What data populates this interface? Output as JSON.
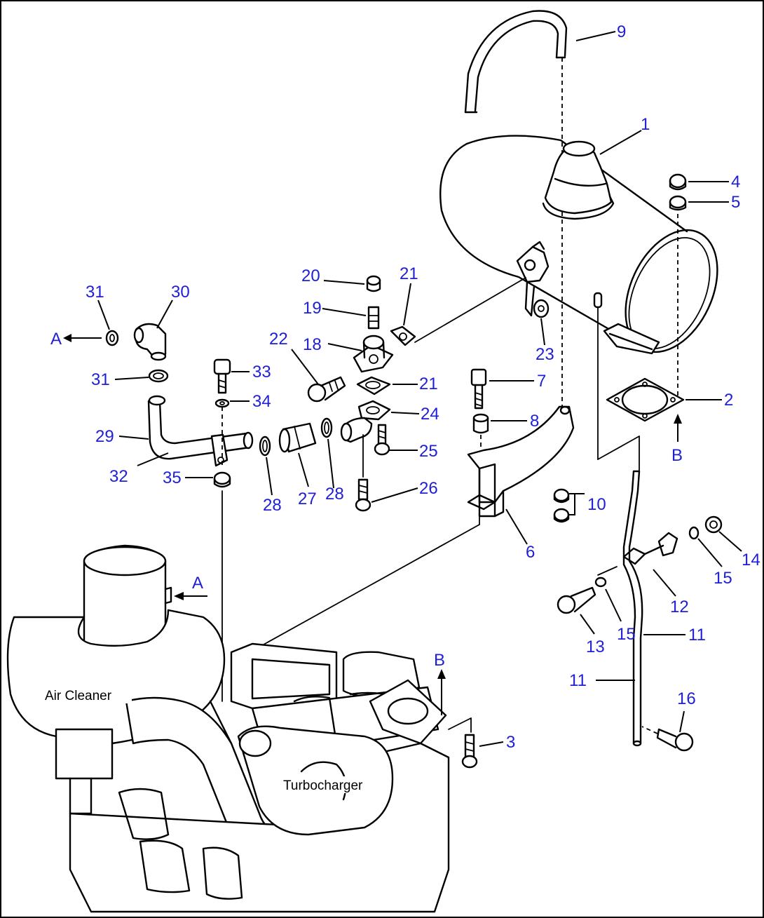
{
  "colors": {
    "callout": "#1f1fd6",
    "line": "#000000",
    "background": "#ffffff"
  },
  "labels": {
    "air_cleaner": "Air Cleaner",
    "turbocharger": "Turbocharger",
    "view_a": "A",
    "view_b": "B"
  },
  "callouts": {
    "c1": "1",
    "c2": "2",
    "c3": "3",
    "c4": "4",
    "c5": "5",
    "c6": "6",
    "c7": "7",
    "c8": "8",
    "c9": "9",
    "c10": "10",
    "c11a": "11",
    "c11b": "11",
    "c12": "12",
    "c13": "13",
    "c14": "14",
    "c15a": "15",
    "c15b": "15",
    "c16": "16",
    "c18": "18",
    "c19": "19",
    "c20": "20",
    "c21a": "21",
    "c21b": "21",
    "c22": "22",
    "c23": "23",
    "c24": "24",
    "c25": "25",
    "c26": "26",
    "c27": "27",
    "c28a": "28",
    "c28b": "28",
    "c29": "29",
    "c30": "30",
    "c31a": "31",
    "c31b": "31",
    "c32": "32",
    "c33": "33",
    "c34": "34",
    "c35": "35"
  }
}
